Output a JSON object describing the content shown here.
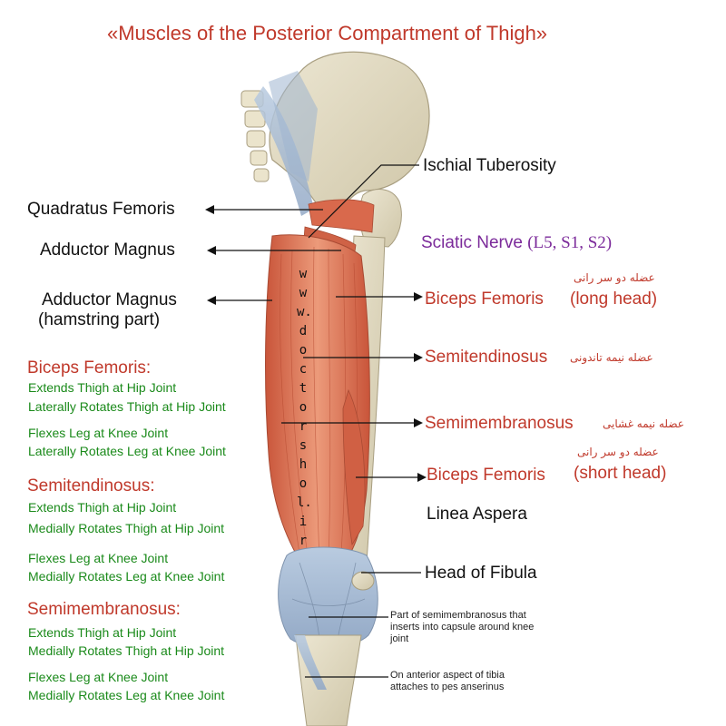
{
  "title": "«Muscles of the Posterior Compartment of Thigh»",
  "watermark": "www.doctorshol.ir",
  "labels": {
    "ischial_tuberosity": "Ischial Tuberosity",
    "quadratus_femoris": "Quadratus Femoris",
    "adductor_magnus": "Adductor Magnus",
    "adductor_magnus_hamstring_line1": "Adductor Magnus",
    "adductor_magnus_hamstring_line2": "(hamstring part)",
    "sciatic_nerve_name": "Sciatic Nerve",
    "sciatic_nerve_roots": "(L5, S1, S2)",
    "biceps_long": "Biceps Femoris",
    "biceps_long_head": "(long head)",
    "biceps_long_fa": "عضله دو سر رانی",
    "semitendinosus": "Semitendinosus",
    "semitendinosus_fa": "عضله نیمه تاندونی",
    "semimembranosus": "Semimembranosus",
    "semimembranosus_fa": "عضله نیمه غشایی",
    "biceps_short": "Biceps Femoris",
    "biceps_short_head": "(short head)",
    "biceps_short_fa": "عضله دو سر رانی",
    "linea_aspera": "Linea Aspera",
    "head_of_fibula": "Head of Fibula",
    "semimembranosus_capsule": "Part of semimembranosus that inserts into capsule around knee joint",
    "pes_anserinus": "On anterior aspect of tibia attaches to pes anserinus"
  },
  "actions": {
    "biceps": {
      "heading": "Biceps Femoris:",
      "items": [
        "Extends Thigh at Hip Joint",
        "Laterally Rotates Thigh at Hip Joint",
        "Flexes Leg at Knee Joint",
        "Laterally Rotates Leg at Knee Joint"
      ]
    },
    "semitendinosus": {
      "heading": "Semitendinosus:",
      "items": [
        "Extends Thigh at Hip Joint",
        "Medially Rotates Thigh at Hip Joint",
        "Flexes Leg at Knee Joint",
        "Medially Rotates Leg at Knee Joint"
      ]
    },
    "semimembranosus": {
      "heading": "Semimembranosus:",
      "items": [
        "Extends Thigh at Hip Joint",
        "Medially Rotates Thigh at Hip Joint",
        "Flexes Leg at Knee Joint",
        "Medially Rotates Leg at Knee Joint"
      ]
    }
  },
  "colors": {
    "title": "#c0392b",
    "muscle": "#e07a58",
    "bone": "#e3dcc4",
    "tendon": "#a9bdd6",
    "action_text": "#1a8a1a",
    "nerve_text": "#7b2a9a"
  }
}
